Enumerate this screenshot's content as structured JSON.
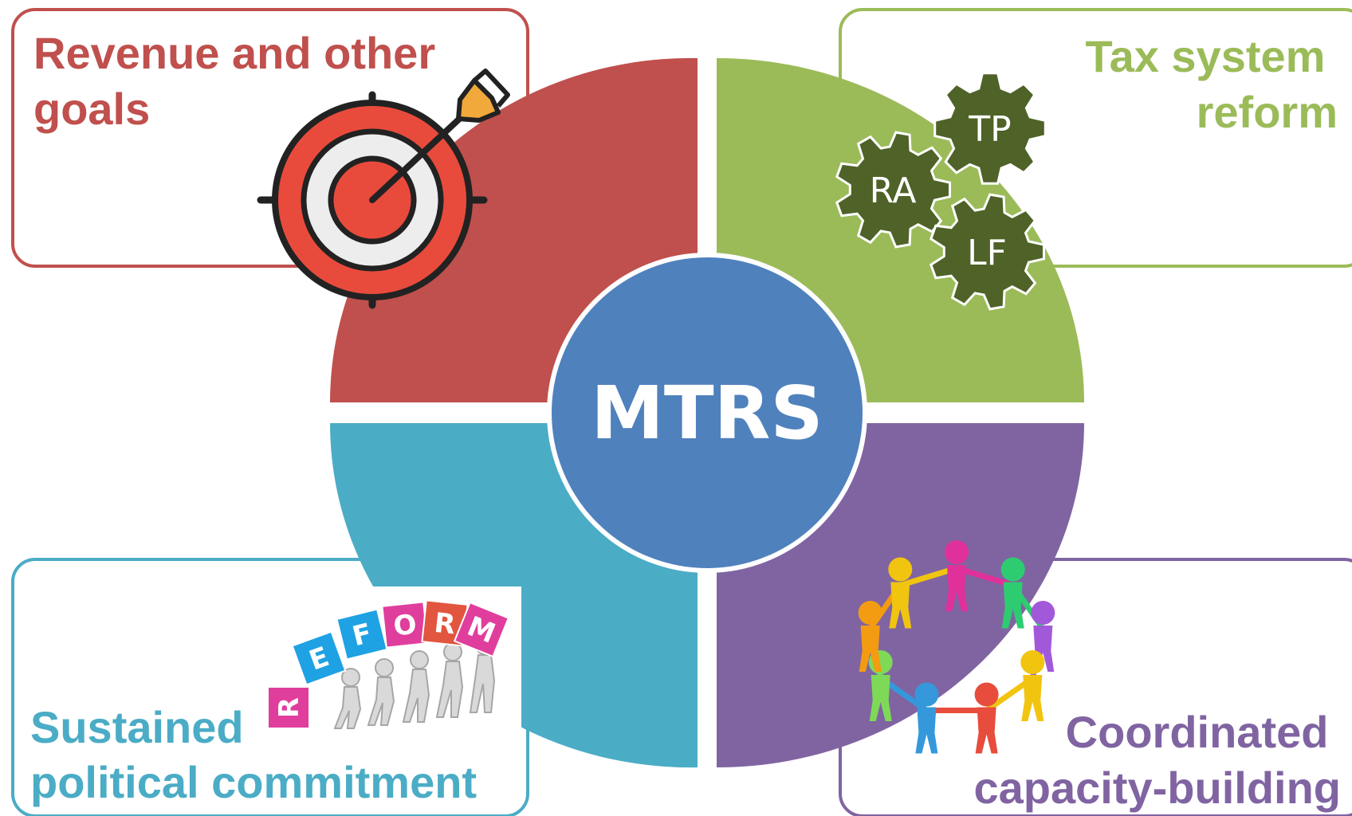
{
  "center": {
    "label": "MTRS",
    "color": "#4F81BD"
  },
  "quadrants": [
    {
      "id": "revenue",
      "title_lines": [
        "Revenue and other",
        "goals"
      ],
      "color": "#C0504D",
      "icon": "target-icon"
    },
    {
      "id": "tax-system",
      "title_lines": [
        "Tax system",
        "reform"
      ],
      "color": "#9BBB59",
      "icon": "gears-icon",
      "gear_labels": [
        "TP",
        "RA",
        "LF"
      ],
      "gear_color": "#4F6228"
    },
    {
      "id": "political",
      "title_lines": [
        "Sustained",
        "political commitment"
      ],
      "color": "#4BACC6",
      "icon": "reform-blocks-icon",
      "block_letters": [
        "R",
        "E",
        "F",
        "O",
        "R",
        "M"
      ]
    },
    {
      "id": "capacity",
      "title_lines": [
        "Coordinated",
        "capacity-building"
      ],
      "color": "#8064A2",
      "icon": "people-circle-icon"
    }
  ]
}
